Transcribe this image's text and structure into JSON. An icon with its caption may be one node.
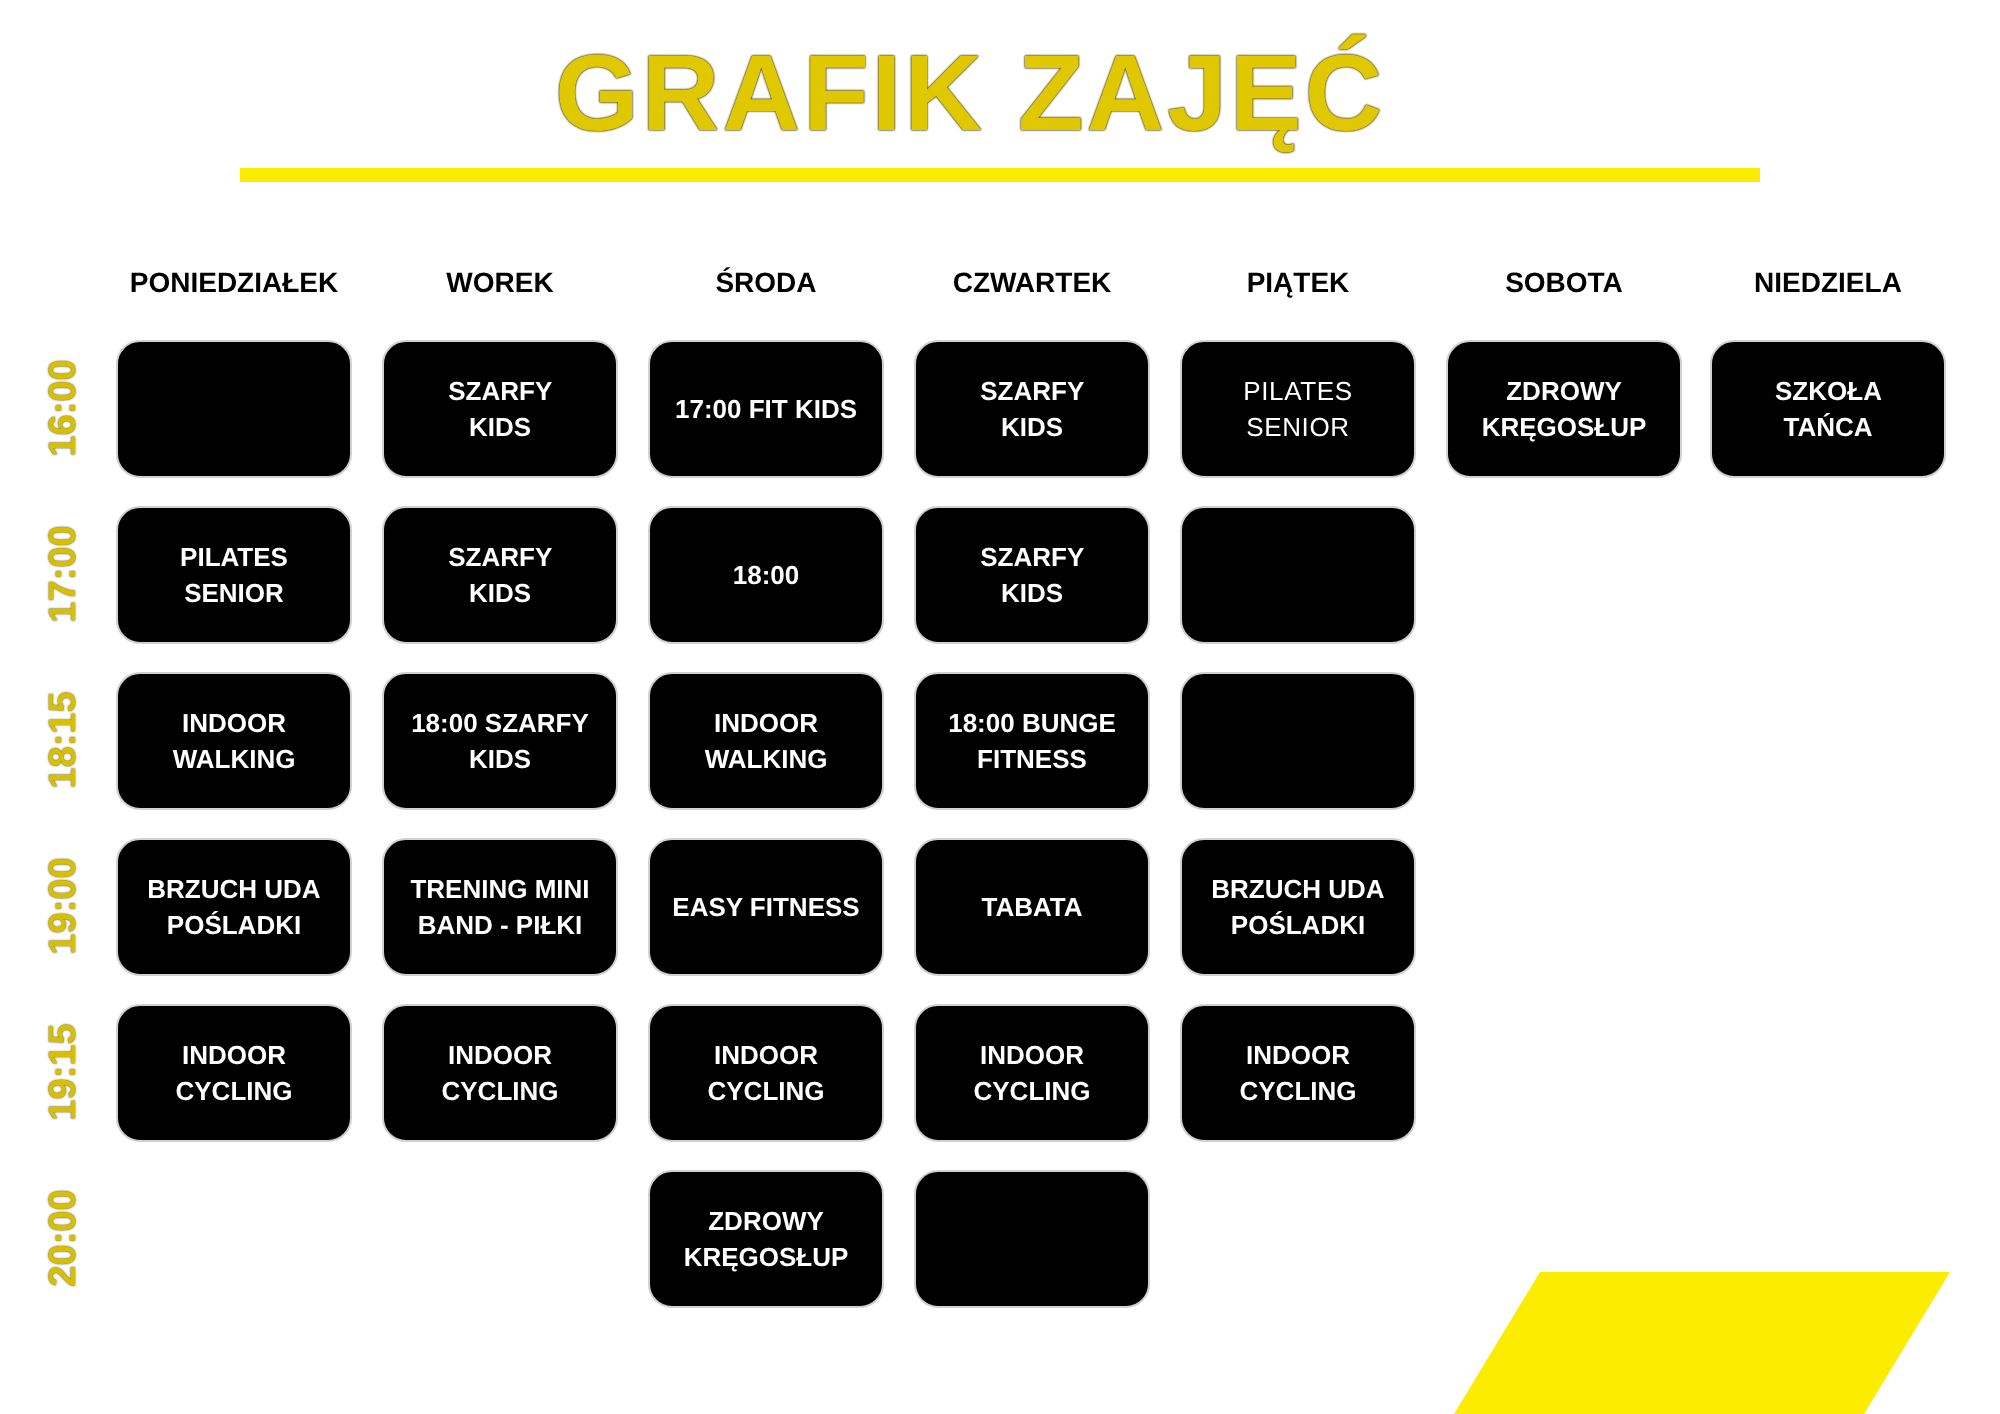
{
  "diagram": {
    "title": "GRAFIK ZAJĘĆ",
    "nodes": [
      {
        "text": [],
        "shape": "box"
      },
      {
        "text": [
          "SZARFY KIDS"
        ]
      },
      {
        "text": [
          "17:00 FIT KIDS"
        ]
      },
      {
        "text": [
          "SZARFY KIDS"
        ]
      },
      {
        "text": [
          "PILATES SENIOR"
        ]
      },
      {
        "text": [
          "ZDROWY KRĘGOSŁUP"
        ]
      },
      {
        "text": [
          "SZKOŁA TAŃCA"
        ]
      },
      {
        "text": [
          "PILATES SENIOR"
        ]
      },
      {
        "text": [
          "SZARFY KIDS"
        ]
      },
      {
        "text": [
          "18:00"
        ]
      },
      {
        "text": [
          "SZARFY KIDS"
        ]
      },
      {
        "text": [],
        "shape": "box"
      },
      {
        "text": [
          "INDOOR WALKING"
        ]
      },
      {
        "text": [
          "18:00 SZARFY KIDS"
        ]
      },
      {
        "text": [
          "INDOOR WALKING"
        ]
      },
      {
        "text": [
          "18:00 BUNGE FITNESS"
        ]
      },
      {
        "text": [],
        "shape": "box"
      },
      {
        "text": [
          "BRZUCH UDA POŚLADKI"
        ]
      },
      {
        "text": [
          "TRENING MINI BAND - PIŁKI"
        ]
      },
      {
        "text": [
          "EASY FITNESS"
        ]
      },
      {
        "text": [
          "TABATA"
        ]
      },
      {
        "text": [
          "BRZUCH UDA POŚLADKI"
        ]
      },
      {
        "text": [
          "INDOOR CYCLING"
        ]
      },
      {
        "text": [
          "INDOOR CYCLING"
        ]
      },
      {
        "text": [
          "INDOOR CYCLING"
        ]
      },
      {
        "text": [
          "INDOOR CYCLING"
        ]
      },
      {
        "text": [
          "INDOOR CYCLING"
        ]
      },
      {
        "text": [
          "ZDROWY KRĘGOSŁUP"
        ]
      },
      {
        "text": [],
        "shape": "box"
      }
    ],
    "edges": [],
    "labels": [
      "PONIEDZIAŁEK",
      "WOREK",
      "ŚRODA",
      "CZWARTEK",
      "PIĄTEK",
      "SOBOTA",
      "NIEDZIELA",
      "16:00",
      "17:00",
      "18:15",
      "19:00",
      "19:15",
      "20:00"
    ]
  }
}
